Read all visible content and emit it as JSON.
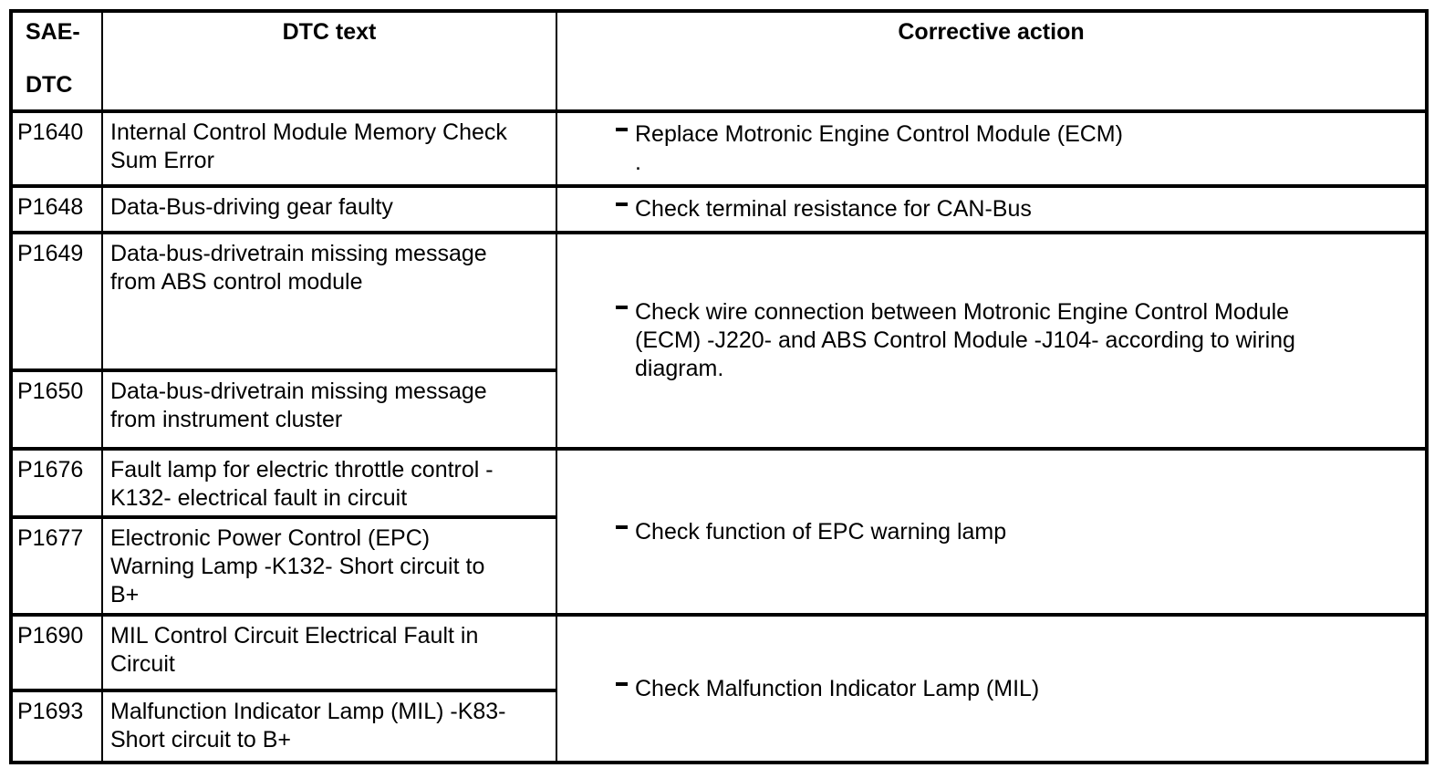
{
  "page": {
    "background_color": "#ffffff",
    "border_color": "#000000",
    "text_color": "#000000"
  },
  "table": {
    "header": {
      "sae_dtc_line1": "SAE-",
      "sae_dtc_line2": "DTC",
      "dtc_text": "DTC text",
      "corrective_action": "Corrective action"
    },
    "rows": [
      {
        "code": "P1640",
        "dtc_text": "Internal Control Module Memory Check\nSum Error"
      },
      {
        "code": "P1648",
        "dtc_text": "Data-Bus-driving gear faulty"
      },
      {
        "code": "P1649",
        "dtc_text": "Data-bus-drivetrain missing message\nfrom ABS control module"
      },
      {
        "code": "P1650",
        "dtc_text": "Data-bus-drivetrain missing message\nfrom instrument cluster"
      },
      {
        "code": "P1676",
        "dtc_text": "Fault lamp for electric throttle control -\nK132- electrical fault in circuit"
      },
      {
        "code": "P1677",
        "dtc_text": "Electronic Power Control (EPC)\nWarning Lamp -K132- Short circuit to\nB+"
      },
      {
        "code": "P1690",
        "dtc_text": "MIL Control Circuit Electrical Fault in\nCircuit"
      },
      {
        "code": "P1693",
        "dtc_text": "Malfunction Indicator Lamp (MIL) -K83-\nShort circuit to B+"
      }
    ],
    "actions": [
      {
        "text": "Replace Motronic Engine Control Module (ECM)\n."
      },
      {
        "text": "Check terminal resistance for CAN-Bus"
      },
      {
        "text": "Check wire connection between Motronic Engine Control Module\n(ECM) -J220- and ABS Control Module -J104- according to wiring\ndiagram."
      },
      {
        "text": "Check function of EPC warning lamp"
      },
      {
        "text": "Check Malfunction Indicator Lamp (MIL)"
      }
    ]
  }
}
